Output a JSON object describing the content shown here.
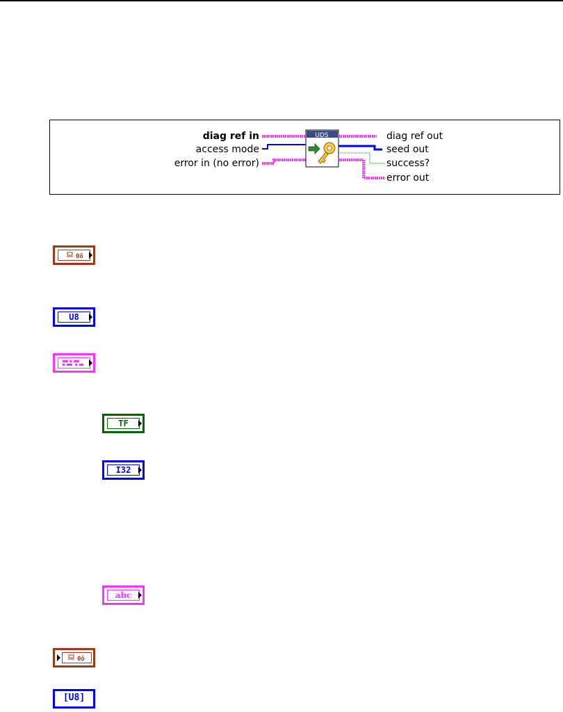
{
  "diagram": {
    "labels": {
      "diag_ref_in": "diag ref in",
      "access_mode": "access mode",
      "error_in": "error in (no error)",
      "diag_ref_out": "diag ref out",
      "seed_out": "seed out",
      "success": "success?",
      "error_out": "error out"
    },
    "node_header": "UDS",
    "node_icon": "key-icon",
    "colors": {
      "refnum_wire": "#ff33ff",
      "integer_wire": "#0000ff",
      "boolean_wire": "#008000",
      "node_header_bg": "#3a4a8a"
    }
  },
  "terminals": [
    {
      "id": "diag-ref-in",
      "text": "",
      "icon": "refnum-icon",
      "color": "#9c3c14",
      "inner_color": "#9c3c14"
    },
    {
      "id": "access-mode",
      "text": "U8",
      "icon": "u8-icon",
      "color": "#0000ff",
      "inner_color": "#0000ff"
    },
    {
      "id": "error-in",
      "text": "",
      "icon": "cluster-icon",
      "color": "#ff33ff",
      "inner_color": "#ff33ff"
    },
    {
      "id": "status",
      "text": "TF",
      "icon": "boolean-icon",
      "color": "#006600",
      "inner_color": "#006600"
    },
    {
      "id": "code",
      "text": "I32",
      "icon": "i32-icon",
      "color": "#0000ff",
      "inner_color": "#0000ff"
    },
    {
      "id": "source",
      "text": "abc",
      "icon": "string-icon",
      "color": "#ff33ff",
      "inner_color": "#ff33ff"
    },
    {
      "id": "diag-ref-out",
      "text": "",
      "icon": "refnum-indicator-icon",
      "color": "#9c3c14",
      "inner_color": "#9c3c14"
    },
    {
      "id": "seed-out",
      "text": "[U8]",
      "icon": "u8-array-icon",
      "color": "#0000ff",
      "inner_color": "#0000ff"
    }
  ]
}
